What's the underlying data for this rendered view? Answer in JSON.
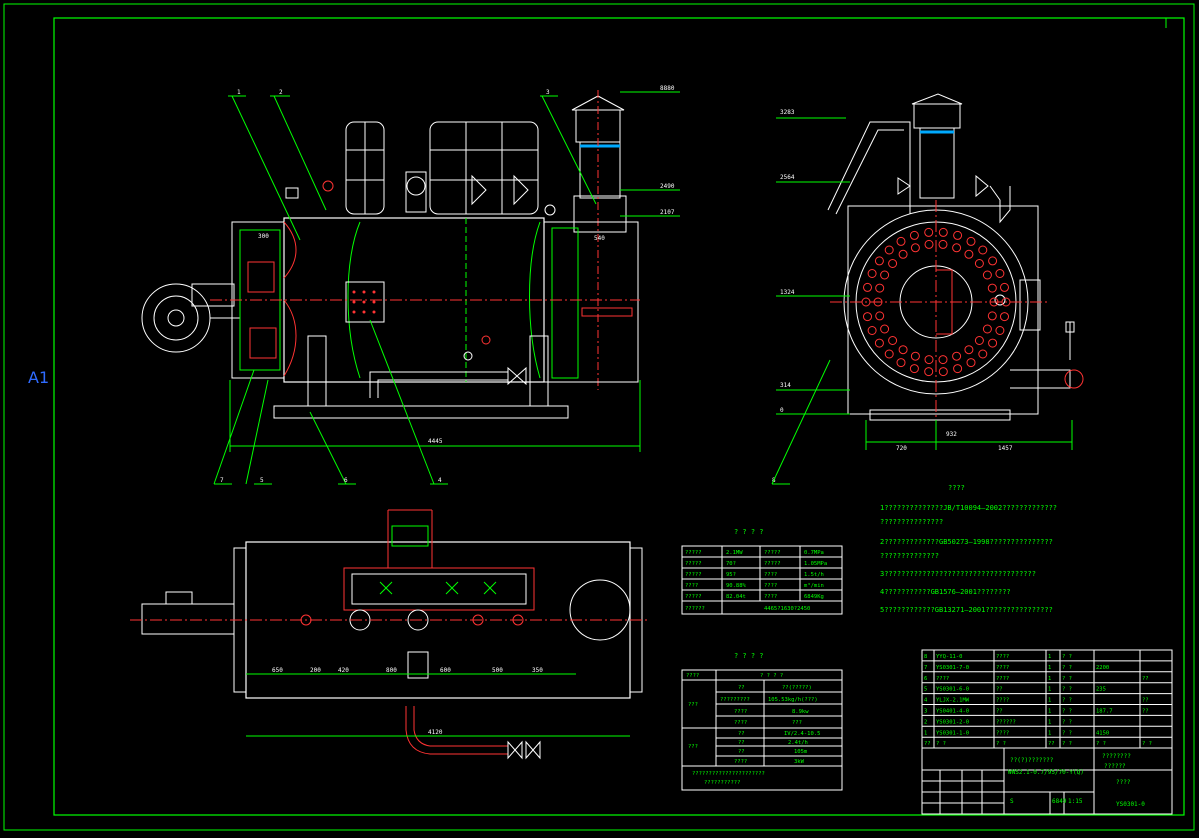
{
  "sheet": {
    "size_label": "A1"
  },
  "colors": {
    "frame": "#00ff00",
    "body": "#ffffff",
    "accent": "#ff3333",
    "center": "#ff3333",
    "pipe": "#ff3333",
    "bg": "#000000"
  },
  "dimensions": {
    "front": {
      "length": "4445",
      "elev_top": "8880",
      "elev_2490": "2490",
      "elev_2107": "2107",
      "dim_540": "540",
      "dim_300": "300"
    },
    "side": {
      "elev_3283": "3283",
      "elev_2564": "2564",
      "elev_1324": "1324",
      "elev_314": "314",
      "elev_0": "0",
      "dim_720": "720",
      "dim_932": "932",
      "dim_1457": "1457"
    },
    "plan": {
      "d650": "650",
      "d200": "200",
      "d420": "420",
      "d800": "800",
      "d600": "600",
      "d500": "500",
      "d350": "350",
      "d4120": "4120"
    }
  },
  "leaders": [
    "1",
    "2",
    "3",
    "4",
    "5",
    "6",
    "7",
    "8"
  ],
  "notes": {
    "title": "????",
    "lines": [
      "1??????????????JB/T10094—2002?????????????",
      "  ???????????????",
      "2?????????????GB50273—1998???????????????",
      "  ??????????????",
      "3????????????????????????????????????",
      "4???????????GB1576—2001????????",
      "5????????????GB13271—2001????????????????"
    ]
  },
  "params_table": {
    "title": "?  ?  ?  ?",
    "rows": [
      [
        "?????",
        "2.1MW",
        "?????",
        "0.7MPa"
      ],
      [
        "?????",
        "70?",
        "?????",
        "1.05MPa"
      ],
      [
        "?????",
        "95?",
        "????",
        "1.5t/h"
      ],
      [
        "????",
        "90.88%",
        "????",
        "m³/min"
      ],
      [
        "?????",
        "82.04t",
        "????",
        "6849Kg"
      ],
      [
        "??????",
        "4465?1630?2450",
        "",
        ""
      ]
    ]
  },
  "fuel_table": {
    "title": "?  ?  ?  ?",
    "header": [
      "????",
      "? ? ? ?"
    ],
    "groups": [
      {
        "name": "???",
        "rows": [
          [
            "??",
            "??(?????)"
          ],
          [
            "?????????",
            "105.53kg/h(???)"
          ],
          [
            "????",
            "8.9kw"
          ],
          [
            "????",
            "???"
          ]
        ]
      },
      {
        "name": "???",
        "rows": [
          [
            "??",
            "IV/2.4-10.5"
          ],
          [
            "??",
            "2.4t/h"
          ],
          [
            "??",
            "105m"
          ],
          [
            "????",
            "3kW"
          ]
        ]
      }
    ],
    "footnote": [
      "??????????????????????",
      "???????????"
    ]
  },
  "title_block": {
    "parts": [
      [
        "8",
        "YYQ-11-0",
        "????",
        "1",
        "?  ?",
        "",
        ""
      ],
      [
        "7",
        "YS0301-7-0",
        "????",
        "1",
        "?  ?",
        "2200",
        ""
      ],
      [
        "6",
        "????",
        "????",
        "1",
        "?  ?",
        "",
        "??"
      ],
      [
        "5",
        "YS0301-6-0",
        "??",
        "1",
        "?  ?",
        "235",
        ""
      ],
      [
        "4",
        "YLJX-2.1MW",
        "????",
        "1",
        "?  ?",
        "",
        "??"
      ],
      [
        "3",
        "YS0401-4-0",
        "??",
        "1",
        "?  ?",
        "187.7",
        "??"
      ],
      [
        "2",
        "YS0301-2-0",
        "??????",
        "1",
        "?  ?",
        "",
        ""
      ],
      [
        "1",
        "YS0301-1-0",
        "????",
        "1",
        "?  ?",
        "4150",
        ""
      ]
    ],
    "header": [
      "??",
      "?  ?",
      "?  ?",
      "??",
      "?  ?",
      "? ?",
      "?  ?"
    ],
    "drawing_name": "??(?)???????",
    "model": "WNS2.1-0.7/95/70-Y(Q)",
    "company": "????????",
    "company_sub": "??????",
    "drawing_no": "YS0301-0",
    "scale": "1:15",
    "weight": "6849",
    "stage": "S",
    "sheet_label": "????"
  }
}
